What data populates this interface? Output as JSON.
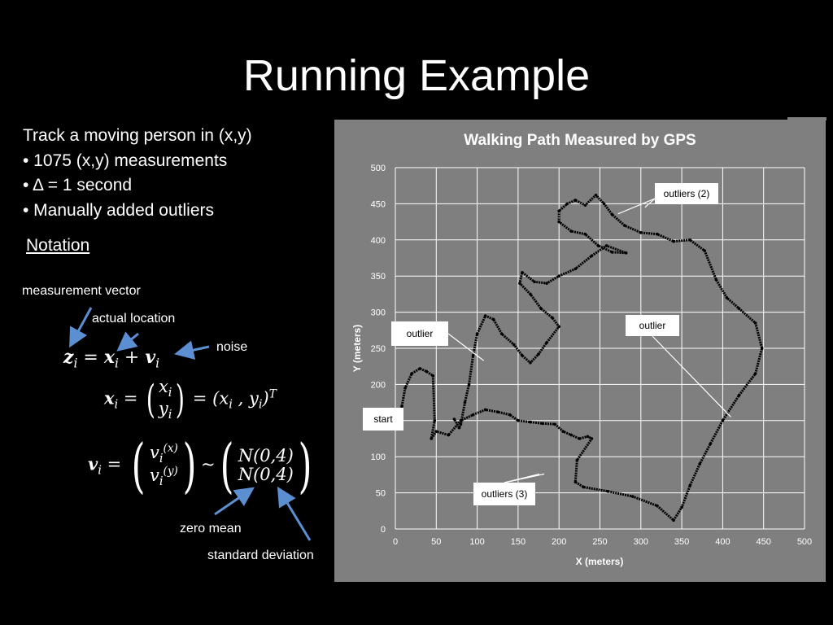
{
  "slide": {
    "title": "Running Example",
    "bullets": [
      "Track a moving person in (x,y)",
      "• 1075 (x,y) measurements",
      "• Δ = 1 second",
      "• Manually added outliers"
    ],
    "notation_heading": "Notation",
    "labels": {
      "measurement_vector": "measurement vector",
      "actual_location": "actual location",
      "noise": "noise",
      "zero_mean": "zero mean",
      "standard_deviation": "standard deviation"
    },
    "arrow_color": "#5b8fd1"
  },
  "chart_data": {
    "type": "scatter",
    "title": "Walking Path Measured by GPS",
    "xlabel": "X (meters)",
    "ylabel": "Y (meters)",
    "xlim": [
      0,
      500
    ],
    "ylim": [
      0,
      500
    ],
    "xticks": [
      0,
      50,
      100,
      150,
      200,
      250,
      300,
      350,
      400,
      450,
      500
    ],
    "yticks": [
      0,
      50,
      100,
      150,
      200,
      250,
      300,
      350,
      400,
      450,
      500
    ],
    "grid": true,
    "callouts": [
      {
        "text": "outliers (2)",
        "targets": [
          [
            272,
            436
          ],
          [
            305,
            445
          ]
        ]
      },
      {
        "text": "outlier",
        "targets": [
          [
            410,
            155
          ]
        ]
      },
      {
        "text": "outlier",
        "targets": [
          [
            108,
            233
          ]
        ]
      },
      {
        "text": "start",
        "targets": []
      },
      {
        "text": "outliers (3)",
        "targets": [
          [
            176,
            76
          ],
          [
            182,
            76
          ]
        ]
      }
    ],
    "path": [
      [
        5,
        140
      ],
      [
        8,
        170
      ],
      [
        12,
        195
      ],
      [
        20,
        215
      ],
      [
        30,
        222
      ],
      [
        38,
        218
      ],
      [
        46,
        212
      ],
      [
        48,
        150
      ],
      [
        44,
        125
      ],
      [
        50,
        135
      ],
      [
        65,
        130
      ],
      [
        80,
        150
      ],
      [
        95,
        158
      ],
      [
        110,
        165
      ],
      [
        125,
        162
      ],
      [
        140,
        158
      ],
      [
        150,
        150
      ],
      [
        165,
        148
      ],
      [
        180,
        146
      ],
      [
        195,
        145
      ],
      [
        205,
        135
      ],
      [
        215,
        130
      ],
      [
        225,
        125
      ],
      [
        235,
        128
      ],
      [
        240,
        125
      ],
      [
        222,
        95
      ],
      [
        220,
        65
      ],
      [
        230,
        58
      ],
      [
        260,
        52
      ],
      [
        290,
        45
      ],
      [
        320,
        32
      ],
      [
        340,
        12
      ],
      [
        350,
        30
      ],
      [
        360,
        60
      ],
      [
        372,
        90
      ],
      [
        385,
        118
      ],
      [
        400,
        150
      ],
      [
        420,
        185
      ],
      [
        440,
        215
      ],
      [
        448,
        250
      ],
      [
        440,
        285
      ],
      [
        420,
        305
      ],
      [
        405,
        320
      ],
      [
        392,
        345
      ],
      [
        378,
        385
      ],
      [
        360,
        400
      ],
      [
        340,
        398
      ],
      [
        320,
        408
      ],
      [
        300,
        410
      ],
      [
        280,
        420
      ],
      [
        265,
        435
      ],
      [
        255,
        450
      ],
      [
        245,
        462
      ],
      [
        232,
        448
      ],
      [
        220,
        455
      ],
      [
        210,
        450
      ],
      [
        200,
        440
      ],
      [
        200,
        425
      ],
      [
        215,
        412
      ],
      [
        232,
        408
      ],
      [
        248,
        392
      ],
      [
        265,
        383
      ],
      [
        282,
        382
      ],
      [
        258,
        392
      ],
      [
        240,
        378
      ],
      [
        220,
        360
      ],
      [
        200,
        350
      ],
      [
        185,
        340
      ],
      [
        170,
        342
      ],
      [
        155,
        355
      ],
      [
        152,
        340
      ],
      [
        165,
        325
      ],
      [
        178,
        305
      ],
      [
        192,
        292
      ],
      [
        200,
        280
      ],
      [
        185,
        258
      ],
      [
        175,
        242
      ],
      [
        165,
        230
      ],
      [
        155,
        240
      ],
      [
        145,
        255
      ],
      [
        130,
        270
      ],
      [
        120,
        290
      ],
      [
        110,
        295
      ],
      [
        100,
        270
      ],
      [
        95,
        240
      ],
      [
        90,
        200
      ],
      [
        85,
        175
      ],
      [
        80,
        145
      ],
      [
        78,
        140
      ],
      [
        72,
        152
      ]
    ]
  }
}
